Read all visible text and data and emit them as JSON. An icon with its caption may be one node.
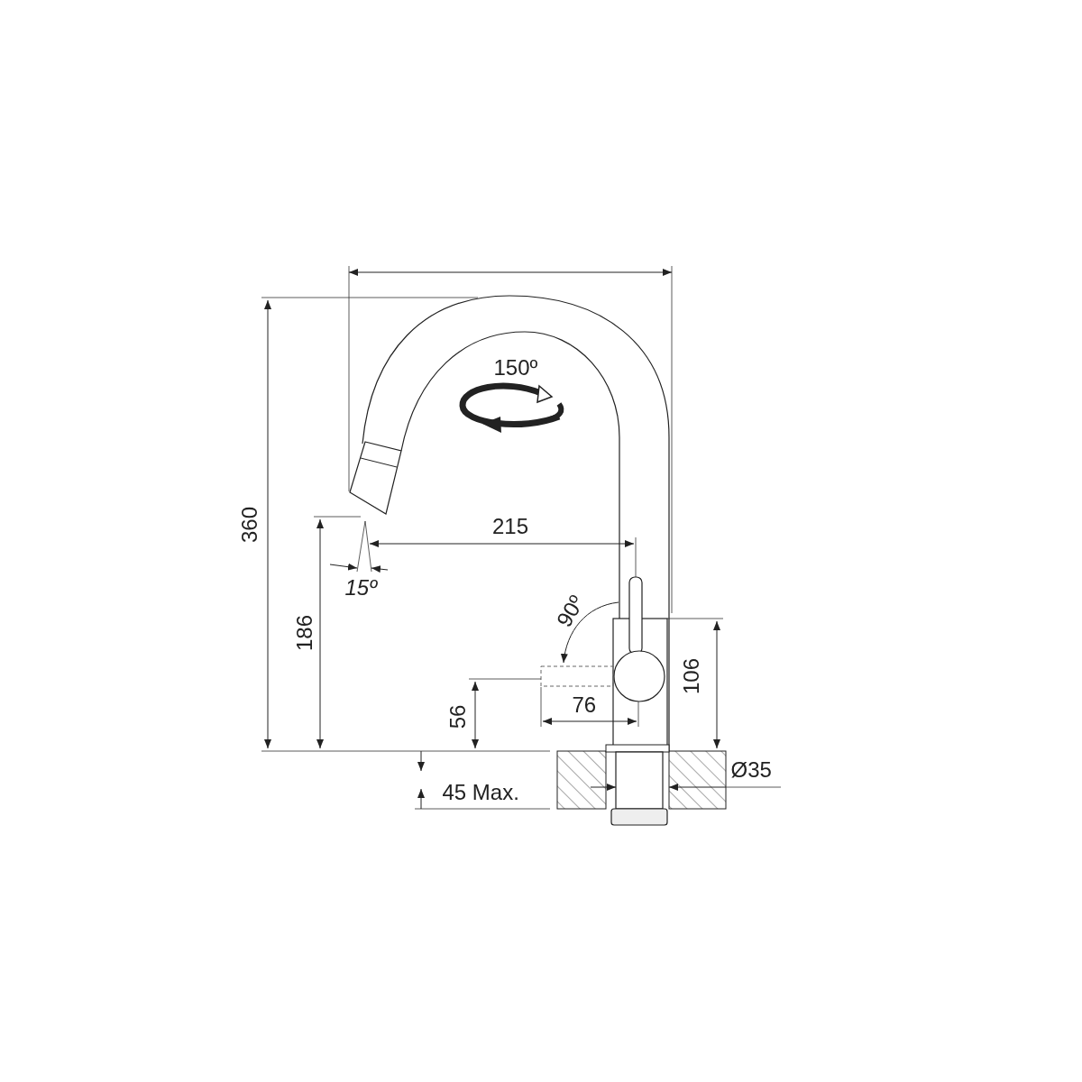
{
  "diagram": {
    "labels": [
      "150º",
      "360",
      "215",
      "15º",
      "90º",
      "186",
      "106",
      "76",
      "56",
      "Ø35",
      "45 Max."
    ]
  }
}
